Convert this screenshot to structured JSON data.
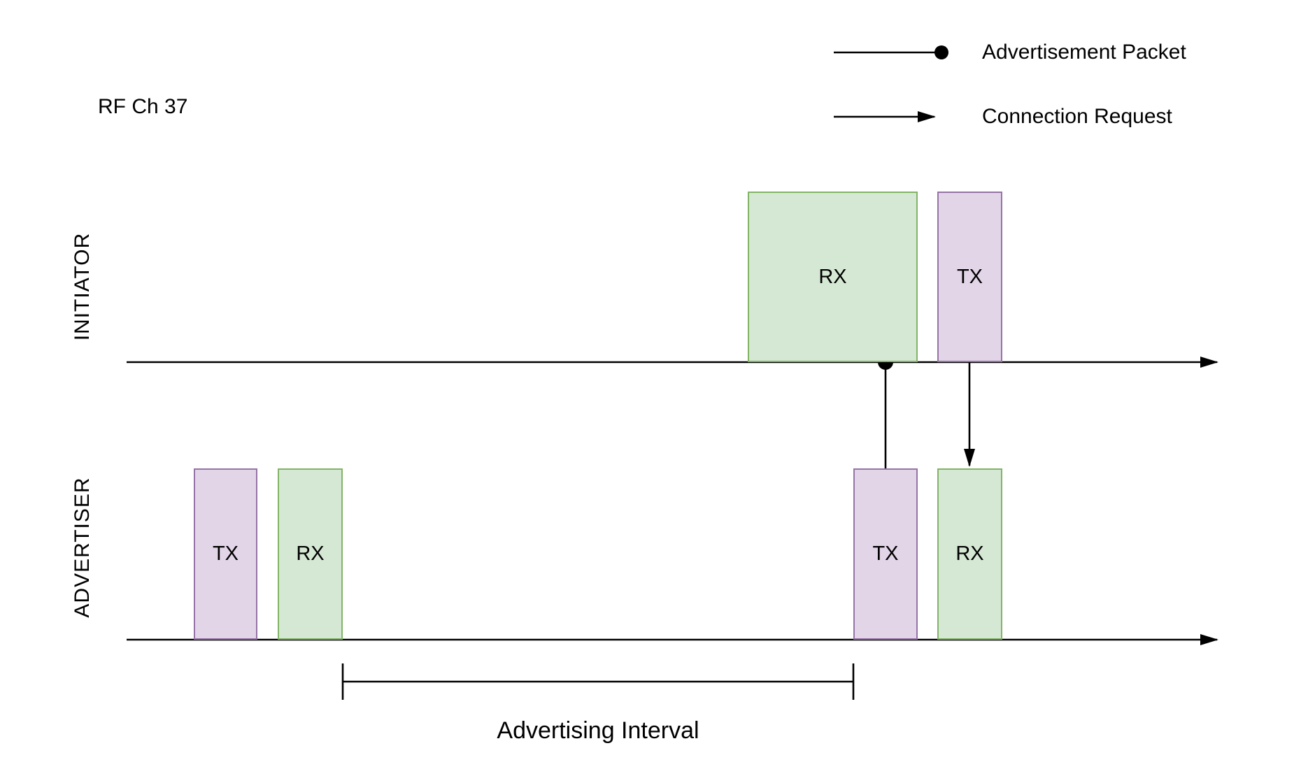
{
  "title": "RF Ch 37",
  "legend": {
    "items": [
      {
        "symbol": "line-with-dot",
        "label": "Advertisement Packet"
      },
      {
        "symbol": "arrow",
        "label": "Connection Request"
      }
    ]
  },
  "lanes": {
    "initiator": {
      "label": "INITIATOR",
      "boxes": [
        {
          "label": "RX",
          "color": "green"
        },
        {
          "label": "TX",
          "color": "purple"
        }
      ]
    },
    "advertiser": {
      "label": "ADVERTISER",
      "boxes": [
        {
          "label": "TX",
          "color": "purple"
        },
        {
          "label": "RX",
          "color": "green"
        },
        {
          "label": "TX",
          "color": "purple"
        },
        {
          "label": "RX",
          "color": "green"
        }
      ]
    }
  },
  "annotations": {
    "advertising_interval": "Advertising Interval"
  },
  "colors": {
    "green_fill": "#d5e8d4",
    "green_border": "#82b366",
    "purple_fill": "#e1d5e7",
    "purple_border": "#9673a6",
    "line": "#000000",
    "text": "#000000",
    "background": "#ffffff"
  }
}
